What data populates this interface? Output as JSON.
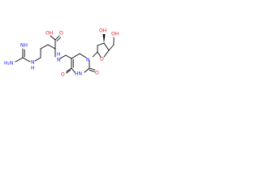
{
  "labels": {
    "oh_top": "OH",
    "oh_right": "OH",
    "oh_acid": "OH",
    "o_acid": "O",
    "h2n": "H₂N",
    "nh_imine": "NH",
    "nh_guanidine": "N",
    "nh_guanidine_h": "H",
    "nh_amine": "N",
    "nh_amine_h": "H",
    "n_ring_ho": "HN",
    "n_ring": "N",
    "o_ring_lower": "O",
    "o_ring_right": "O",
    "o_sugar": "O"
  },
  "colors": {
    "bond": "#000000",
    "oxygen": "#e4161d",
    "nitrogen": "#2020ff"
  }
}
